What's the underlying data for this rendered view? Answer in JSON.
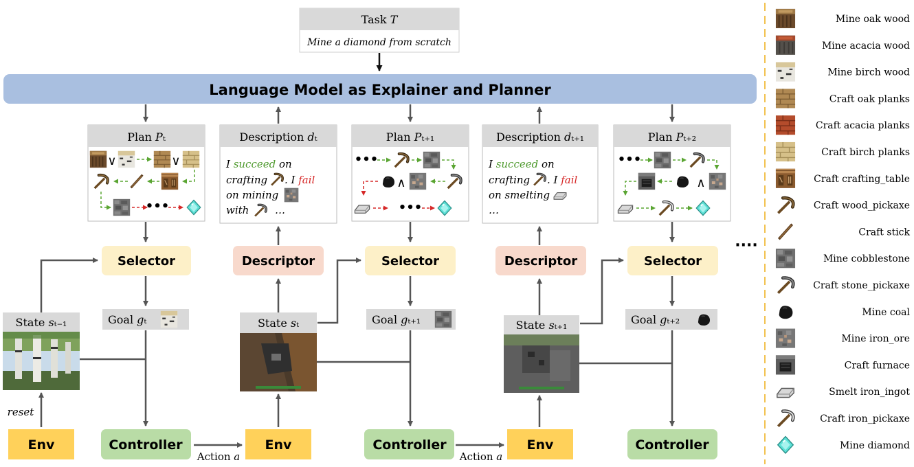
{
  "task": {
    "header": "Task 𝑇",
    "body": "Mine a diamond from scratch"
  },
  "llm_bar": {
    "label": "Language Model as Explainer and Planner"
  },
  "plan_boxes": [
    {
      "header": "Plan 𝑃ₜ"
    },
    {
      "header": "Plan 𝑃ₜ₊₁"
    },
    {
      "header": "Plan 𝑃ₜ₊₂"
    }
  ],
  "description_boxes": [
    {
      "header": "Description 𝑑ₜ",
      "pre": "I ",
      "succeed": "succeed",
      "mid1": " on",
      "line2a": "crafting",
      "line2b": ". I ",
      "fail": "fail",
      "line3": "on mining",
      "line4a": "with",
      "line4b": "…"
    },
    {
      "header": "Description 𝑑ₜ₊₁",
      "pre": "I ",
      "succeed": "succeed",
      "mid1": " on",
      "line2a": "crafting",
      "line2b": ". I ",
      "fail": "fail",
      "line3": "on smelting",
      "line4a": "…",
      "line4b": ""
    }
  ],
  "modules": {
    "selector": "Selector",
    "descriptor": "Descriptor",
    "controller": "Controller",
    "env": "Env"
  },
  "goals": [
    {
      "label": "Goal 𝑔ₜ",
      "icon": "birch-log"
    },
    {
      "label": "Goal 𝑔ₜ₊₁",
      "icon": "cobblestone"
    },
    {
      "label": "Goal 𝑔ₜ₊₂",
      "icon": "coal"
    }
  ],
  "states": [
    {
      "label": "State 𝑠ₜ₋₁"
    },
    {
      "label": "State 𝑠ₜ"
    },
    {
      "label": "State 𝑠ₜ₊₁"
    }
  ],
  "edge_labels": {
    "reset": "reset",
    "action": "Action 𝑎",
    "more": "····"
  },
  "legend": [
    {
      "label": "Mine oak wood",
      "icon": "oak-log"
    },
    {
      "label": "Mine acacia wood",
      "icon": "acacia-log"
    },
    {
      "label": "Mine birch wood",
      "icon": "birch-log"
    },
    {
      "label": "Craft oak planks",
      "icon": "oak-planks"
    },
    {
      "label": "Craft acacia planks",
      "icon": "acacia-planks"
    },
    {
      "label": "Craft birch planks",
      "icon": "birch-planks"
    },
    {
      "label": "Craft crafting_table",
      "icon": "crafting-table"
    },
    {
      "label": "Craft wood_pickaxe",
      "icon": "wood-pickaxe"
    },
    {
      "label": "Craft stick",
      "icon": "stick"
    },
    {
      "label": "Mine cobblestone",
      "icon": "cobblestone"
    },
    {
      "label": "Craft stone_pickaxe",
      "icon": "stone-pickaxe"
    },
    {
      "label": "Mine coal",
      "icon": "coal"
    },
    {
      "label": "Mine iron_ore",
      "icon": "iron-ore"
    },
    {
      "label": "Craft furnace",
      "icon": "furnace"
    },
    {
      "label": "Smelt iron_ingot",
      "icon": "iron-ingot"
    },
    {
      "label": "Craft iron_pickaxe",
      "icon": "iron-pickaxe"
    },
    {
      "label": "Mine diamond",
      "icon": "diamond"
    }
  ],
  "colors": {
    "llm_bar": "#a9bfe0",
    "selector": "#fdf0c8",
    "descriptor": "#f8d9cc",
    "controller": "#b9dca6",
    "env": "#ffd15a",
    "header_gray": "#d9d9d9",
    "succeed": "#4f9a2e",
    "fail": "#d62828",
    "arrow_gray": "#555555",
    "dash_green": "#5aa532",
    "dash_red": "#d62828",
    "legend_divider": "#f2c14e"
  }
}
